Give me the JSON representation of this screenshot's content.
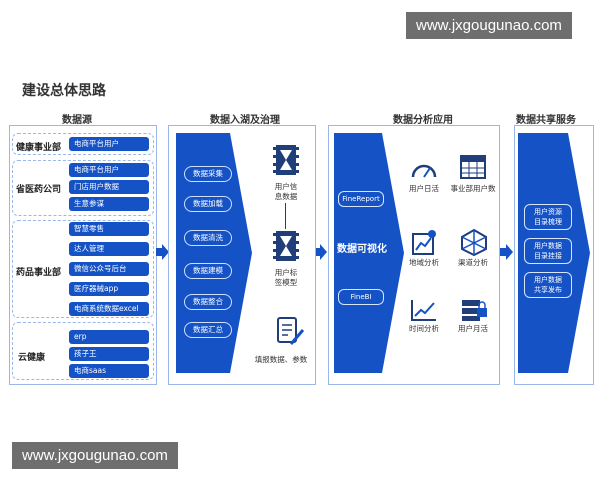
{
  "watermark": "www.jxgougunao.com",
  "title": "建设总体思路",
  "sections": {
    "source": "数据源",
    "lake": "数据入湖及治理",
    "analysis": "数据分析应用",
    "share": "数据共享服务"
  },
  "source_groups": [
    {
      "label": "健康事业部",
      "items": [
        "电商平台用户"
      ]
    },
    {
      "label": "省医药公司",
      "items": [
        "电商平台用户",
        "门店用户数据",
        "生意参谋"
      ]
    },
    {
      "label": "药品事业部",
      "items": [
        "智慧零售",
        "达人管理",
        "微信公众号后台",
        "医疗器械app",
        "电商系统数据excel"
      ]
    },
    {
      "label": "云健康",
      "items": [
        "erp",
        "孩子王",
        "电商saas"
      ]
    }
  ],
  "lake_steps": [
    "数据采集",
    "数据加载",
    "数据清洗",
    "数据建模",
    "数据整合",
    "数据汇总"
  ],
  "lake_outputs": {
    "user_info": "用户信\n息数据",
    "user_tag": "用户标\n签模型",
    "fill": "填报数据、参数"
  },
  "analysis": {
    "center": "数据可视化",
    "tools": [
      "FineReport",
      "FineBI"
    ],
    "apps": [
      "用户日活",
      "事业部用户数",
      "地域分析",
      "渠道分析",
      "时间分析",
      "用户月活"
    ]
  },
  "share_items": [
    "用户资源\n目录梳理",
    "用户数据\n目录挂接",
    "用户数据\n共享发布"
  ],
  "colors": {
    "primary": "#1552c6",
    "border": "#9ab7ea"
  }
}
